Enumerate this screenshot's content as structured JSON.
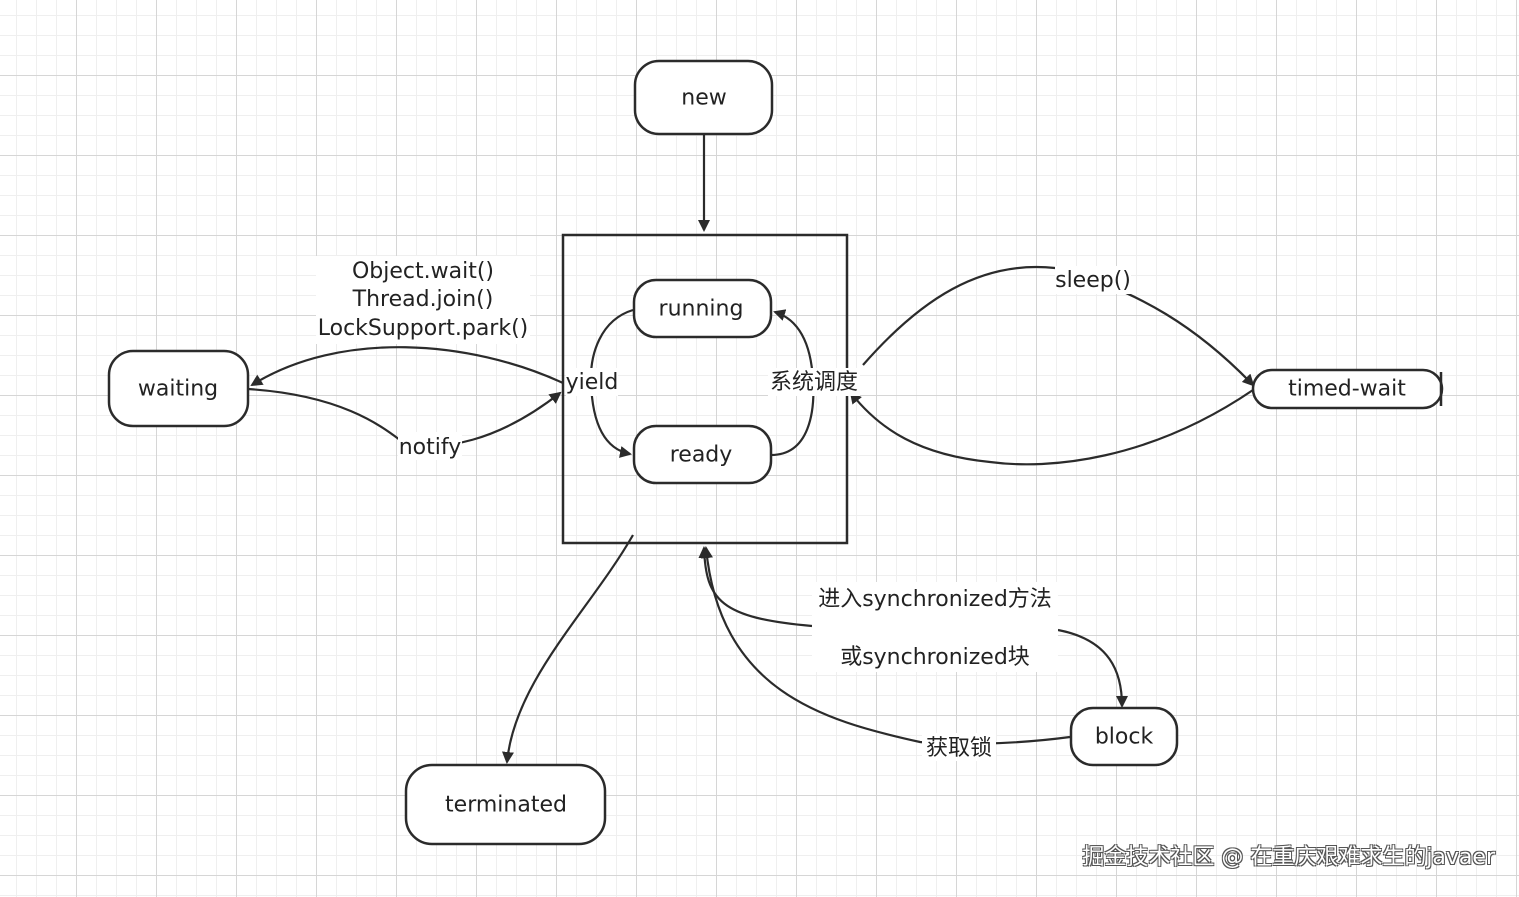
{
  "nodes": {
    "new": "new",
    "running": "running",
    "ready": "ready",
    "waiting": "waiting",
    "timed_wait": "timed-wait",
    "terminated": "terminated",
    "block": "block"
  },
  "edge_labels": {
    "waiting_calls": [
      "Object.wait()",
      "Thread.join()",
      "LockSupport.park()"
    ],
    "notify": "notify",
    "yield": "yield",
    "schedule": "系统调度",
    "sleep": "sleep()",
    "enter_sync_line1": "进入synchronized方法",
    "enter_sync_line2": "或synchronized块",
    "acquire_lock": "获取锁"
  },
  "watermark": "掘金技术社区 @ 在重庆艰难求生的javaer"
}
